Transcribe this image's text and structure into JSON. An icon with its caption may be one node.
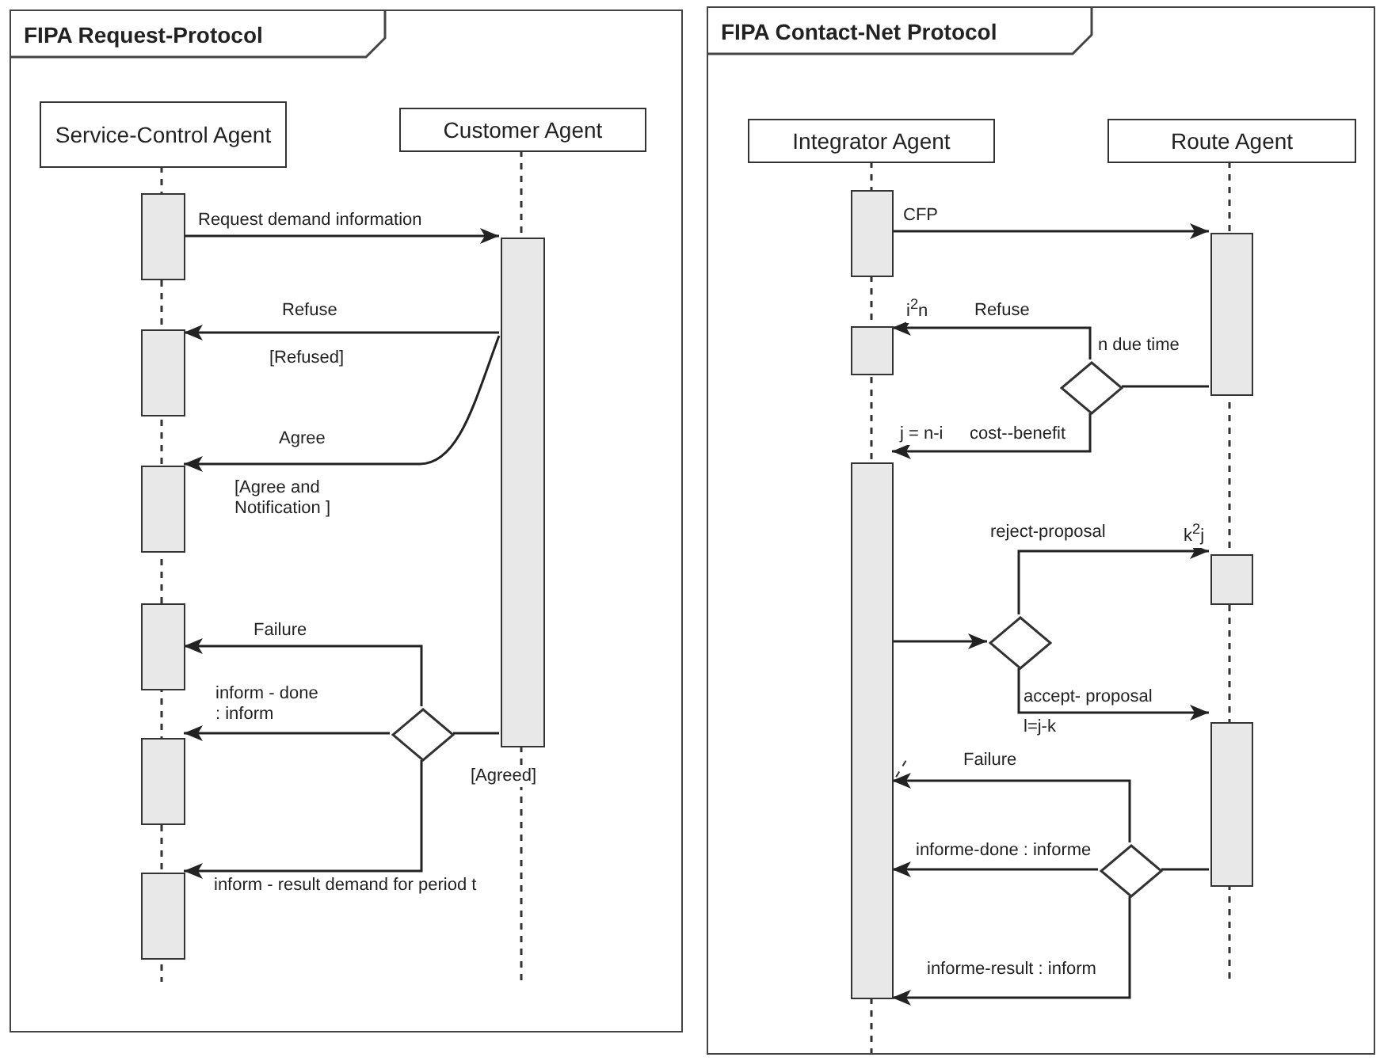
{
  "diagram": {
    "nodes": [
      {
        "text": [
          "FIPA Request-Protocol"
        ]
      },
      {
        "text": [
          "Service-Control Agent"
        ],
        "in": 0
      },
      {
        "text": [
          "Customer Agent"
        ],
        "in": 0
      },
      {
        "text": [],
        "shape": "bar",
        "in": 0
      },
      {
        "text": [],
        "shape": "bar",
        "in": 0
      },
      {
        "text": [],
        "shape": "bar",
        "in": 0
      },
      {
        "text": [],
        "shape": "bar",
        "in": 0
      },
      {
        "text": [],
        "shape": "bar",
        "in": 0
      },
      {
        "text": [],
        "shape": "bar",
        "in": 0
      },
      {
        "text": [],
        "shape": "bar",
        "in": 0
      },
      {
        "text": [],
        "shape": "diamond",
        "in": 0
      },
      {
        "text": [
          "FIPA Contact-Net Protocol"
        ]
      },
      {
        "text": [
          "Integrator Agent"
        ],
        "in": 11
      },
      {
        "text": [
          "Route Agent"
        ],
        "in": 11
      },
      {
        "text": [],
        "shape": "bar",
        "in": 11
      },
      {
        "text": [],
        "shape": "bar",
        "in": 11
      },
      {
        "text": [],
        "shape": "bar",
        "in": 11
      },
      {
        "text": [],
        "shape": "bar",
        "in": 11
      },
      {
        "text": [],
        "shape": "diamond",
        "in": 11
      },
      {
        "text": [],
        "shape": "bar",
        "in": 11
      },
      {
        "text": [],
        "shape": "diamond",
        "in": 11
      },
      {
        "text": [],
        "shape": "bar",
        "in": 11
      },
      {
        "text": [],
        "shape": "diamond",
        "in": 11
      }
    ],
    "edges": [
      {
        "from": 3,
        "to": 9,
        "arrow": "to",
        "label": "Request demand information"
      },
      {
        "from": 9,
        "to": 4,
        "arrow": "to",
        "label": "Refuse"
      },
      {
        "from": 9,
        "to": 5,
        "arrow": "to",
        "label": "Agree"
      },
      {
        "from": 9,
        "to": 10,
        "arrow": "none"
      },
      {
        "from": 10,
        "to": 6,
        "arrow": "to",
        "label": "Failure"
      },
      {
        "from": 10,
        "to": 7,
        "arrow": "to",
        "label": "inform - done : inform"
      },
      {
        "from": 10,
        "to": 8,
        "arrow": "to",
        "label": "inform - result demand for period t"
      },
      {
        "from": 14,
        "to": 17,
        "arrow": "to",
        "label": "CFP"
      },
      {
        "from": 17,
        "to": 18,
        "arrow": "none"
      },
      {
        "from": 18,
        "to": 15,
        "arrow": "to",
        "label": "Refuse"
      },
      {
        "from": 18,
        "to": 16,
        "arrow": "to",
        "label": "cost--benefit"
      },
      {
        "from": 16,
        "to": 20,
        "arrow": "to"
      },
      {
        "from": 20,
        "to": 19,
        "arrow": "to",
        "label": "reject-proposal"
      },
      {
        "from": 20,
        "to": 21,
        "arrow": "to",
        "label": "accept- proposal"
      },
      {
        "from": 21,
        "to": 22,
        "arrow": "none"
      },
      {
        "from": 22,
        "to": 16,
        "arrow": "to",
        "label": "Failure"
      },
      {
        "from": 22,
        "to": 16,
        "arrow": "to",
        "label": "informe-done : informe"
      },
      {
        "from": 22,
        "to": 16,
        "arrow": "to",
        "label": "informe-result : inform"
      }
    ],
    "labels": [
      "[Refused]",
      "[Agree and Notification ]",
      "[Agreed]",
      "i$^{2}$n",
      "n due time",
      "j = n-i",
      "k$^{2}$j",
      "l=j-k"
    ]
  }
}
